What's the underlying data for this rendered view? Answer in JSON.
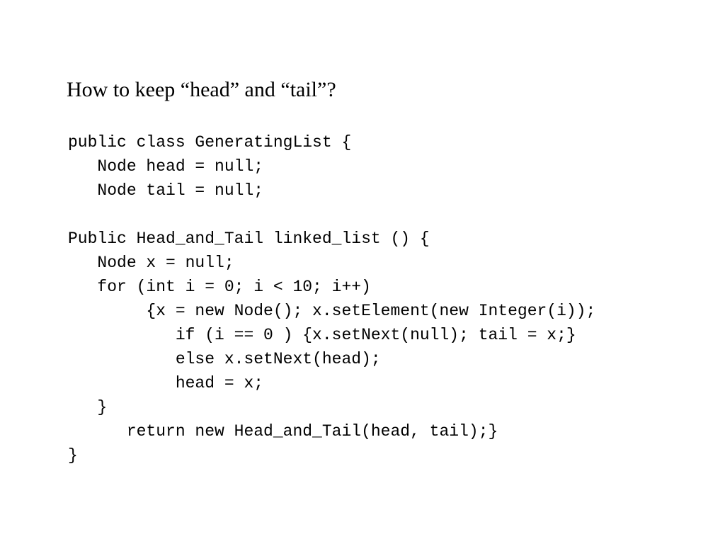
{
  "slide": {
    "heading": "How to keep “head” and “tail”?",
    "code_lines": [
      "public class GeneratingList {",
      "   Node head = null;",
      "   Node tail = null;",
      "",
      "Public Head_and_Tail linked_list () {",
      "   Node x = null;",
      "   for (int i = 0; i < 10; i++)",
      "        {x = new Node(); x.setElement(new Integer(i));",
      "           if (i == 0 ) {x.setNext(null); tail = x;}",
      "           else x.setNext(head);",
      "           head = x;",
      "   }",
      "      return new Head_and_Tail(head, tail);}",
      "}"
    ]
  }
}
